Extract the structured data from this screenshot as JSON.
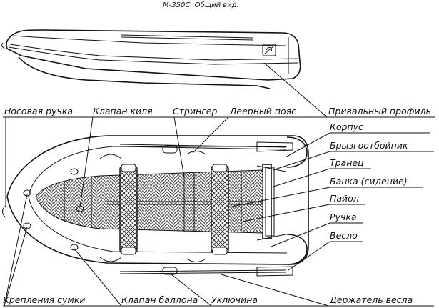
{
  "title": "М-350С. Общий вид.",
  "labels": {
    "bow_handle": "Носовая ручка",
    "keel_valve": "Клапан киля",
    "stringer": "Стрингер",
    "lifeline": "Леерный пояс",
    "rub_strake": "Привальный профиль",
    "hull": "Корпус",
    "splash_guard": "Брызгоотбойник",
    "transom": "Транец",
    "seat": "Банка (сидение)",
    "floor": "Пайол",
    "handle": "Ручка",
    "oar": "Весло",
    "bag_mounts": "Крепления сумки",
    "tube_valve": "Клапан баллона",
    "oarlock": "Уключина",
    "oar_holder": "Держатель весла"
  }
}
